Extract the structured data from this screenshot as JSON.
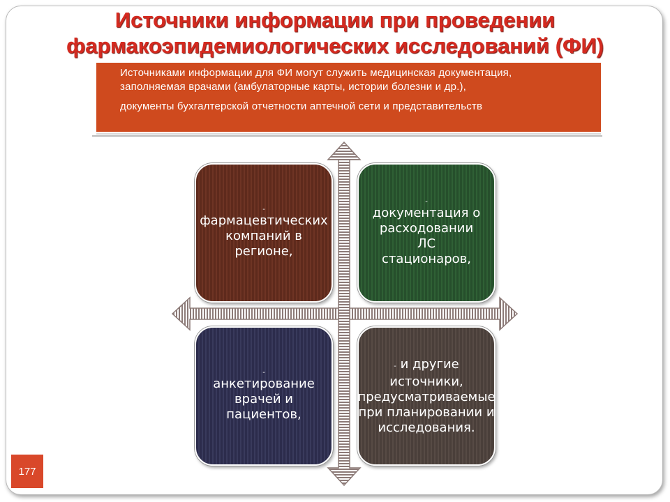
{
  "title": {
    "line1": "Источники информации при проведении",
    "line2": "фармакоэпидемиологических исследований (ФИ)"
  },
  "info": {
    "line1": "Источниками информации для ФИ могут служить медицинская документация,",
    "line2": "заполняемая врачами (амбулаторные карты, истории болезни и др.),",
    "line3": "документы бухгалтерской отчетности аптечной сети и представительств"
  },
  "quadrants": {
    "top_left": {
      "dash": "-",
      "text": "фармацевтических компаний в регионе,"
    },
    "top_right": {
      "dash": "-",
      "text": "документация о расходовании ЛС стационаров,"
    },
    "bottom_left": {
      "dash": "-",
      "text": "анкетирование врачей и пациентов,"
    },
    "bottom_right": {
      "dash": "-",
      "text": "и другие источники, предусматриваемые при планировании и исследования."
    }
  },
  "page_number": "177",
  "colors": {
    "title": "#d42a20",
    "info_box": "#cf4a1e",
    "q_top_left": "#5e2a1c",
    "q_top_right": "#264f2c",
    "q_bottom_left": "#2c2c4c",
    "q_bottom_right": "#4a3f3a",
    "page_badge": "#d9482a"
  }
}
